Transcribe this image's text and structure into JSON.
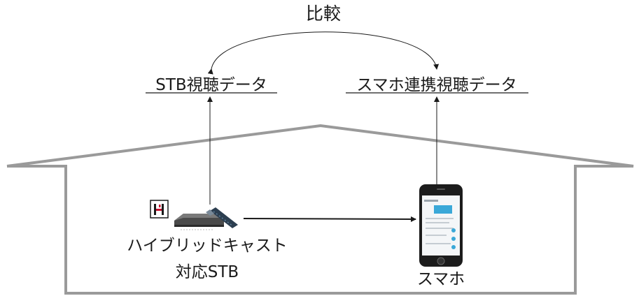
{
  "compare_label": "比較",
  "stb_data_label": "STB視聴データ",
  "phone_data_label": "スマホ連携視聴データ",
  "stb_label_line1": "ハイブリッドキャスト",
  "stb_label_line2": "対応STB",
  "phone_label": "スマホ",
  "logo_letter": "H",
  "colors": {
    "house_outline": "#9a9a9a",
    "arrow": "#1a1a1a",
    "logo_red": "#c8102e",
    "phone_screen_accent": "#3aa8d8"
  }
}
